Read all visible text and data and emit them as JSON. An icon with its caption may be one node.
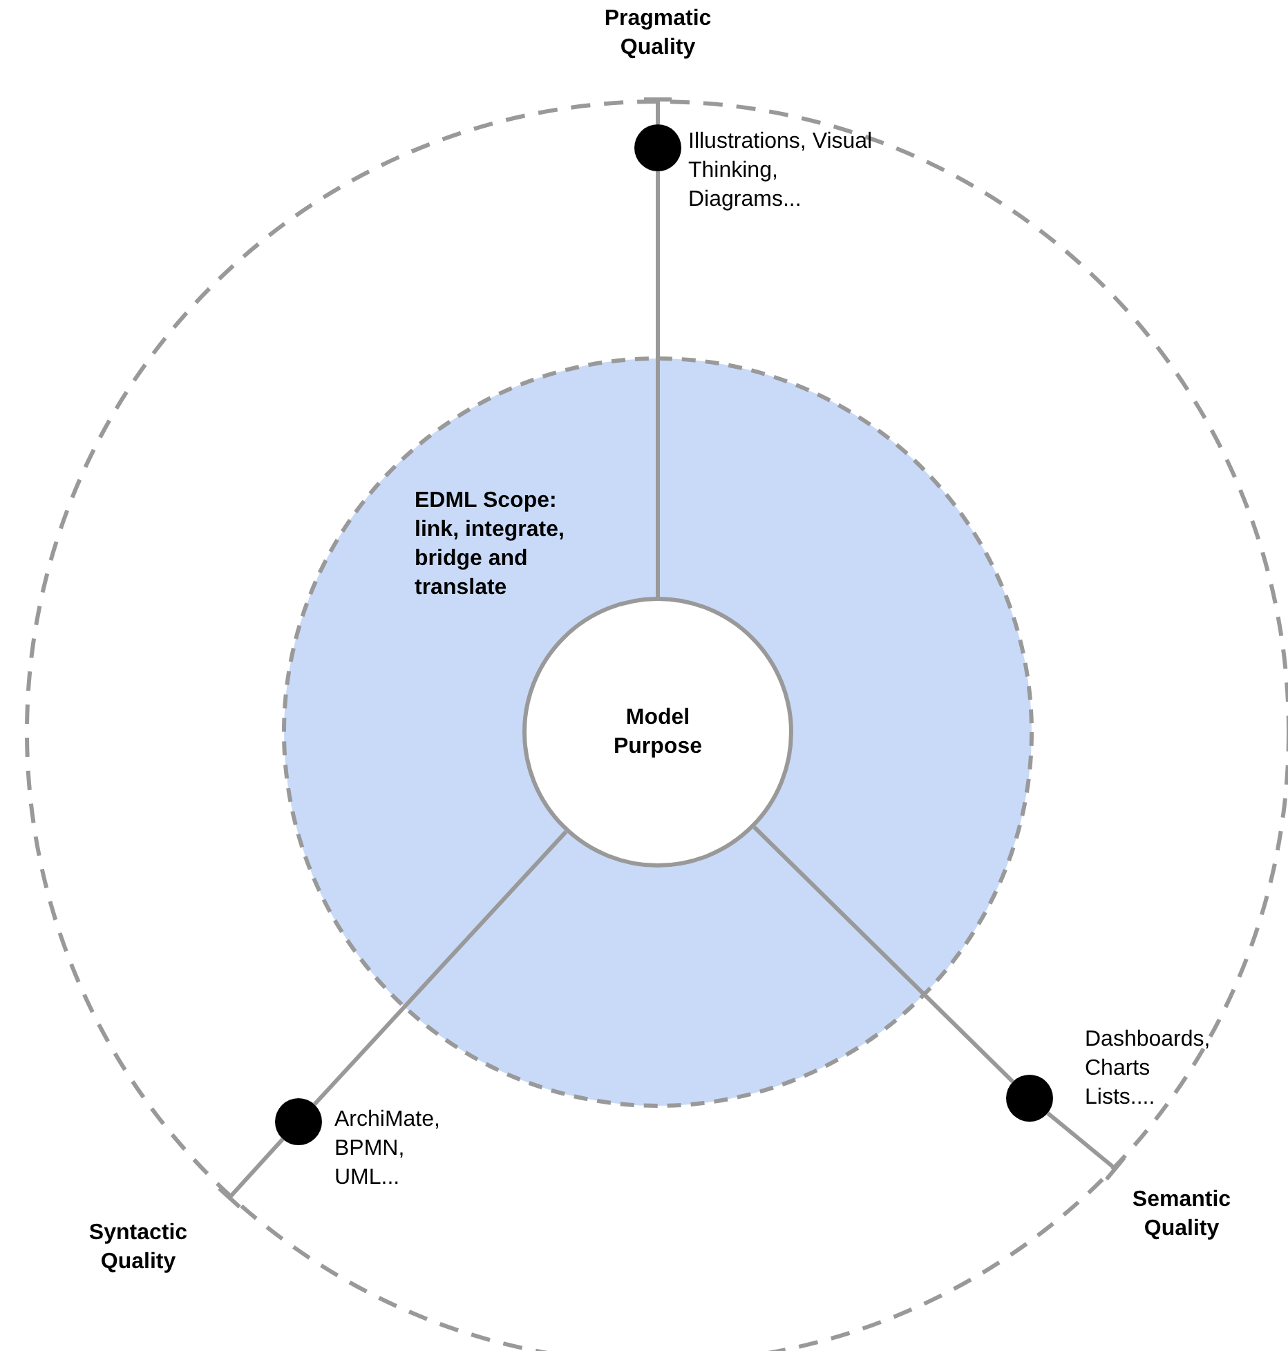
{
  "diagram": {
    "nodes": [
      {
        "text": [],
        "shape": "circle"
      },
      {
        "text": [
          "EDML Scope: link, integrate, bridge and translate"
        ],
        "in": 0
      },
      {
        "text": [
          "Model Purpose"
        ],
        "in": 1
      },
      {
        "text": [],
        "shape": "circle",
        "in": 0,
        "beside": [
          "Illustrations, Visual Thinking, Diagrams..."
        ]
      },
      {
        "text": [],
        "shape": "circle",
        "in": 0,
        "beside": [
          "Dashboards, Charts Lists...."
        ]
      },
      {
        "text": [],
        "shape": "circle",
        "in": 0,
        "beside": [
          "ArchiMate, BPMN, UML..."
        ]
      }
    ],
    "edges": [
      {
        "from": 2,
        "to": 3,
        "arrow": "none"
      },
      {
        "from": 3,
        "to": null,
        "arrow": "other"
      },
      {
        "from": 2,
        "to": 4,
        "arrow": "none"
      },
      {
        "from": 4,
        "to": null,
        "arrow": "other"
      },
      {
        "from": 2,
        "to": 5,
        "arrow": "none"
      },
      {
        "from": 5,
        "to": null,
        "arrow": "other"
      }
    ],
    "labels": [
      "Pragmatic Quality",
      "Syntactic Quality",
      "Semantic Quality"
    ]
  }
}
